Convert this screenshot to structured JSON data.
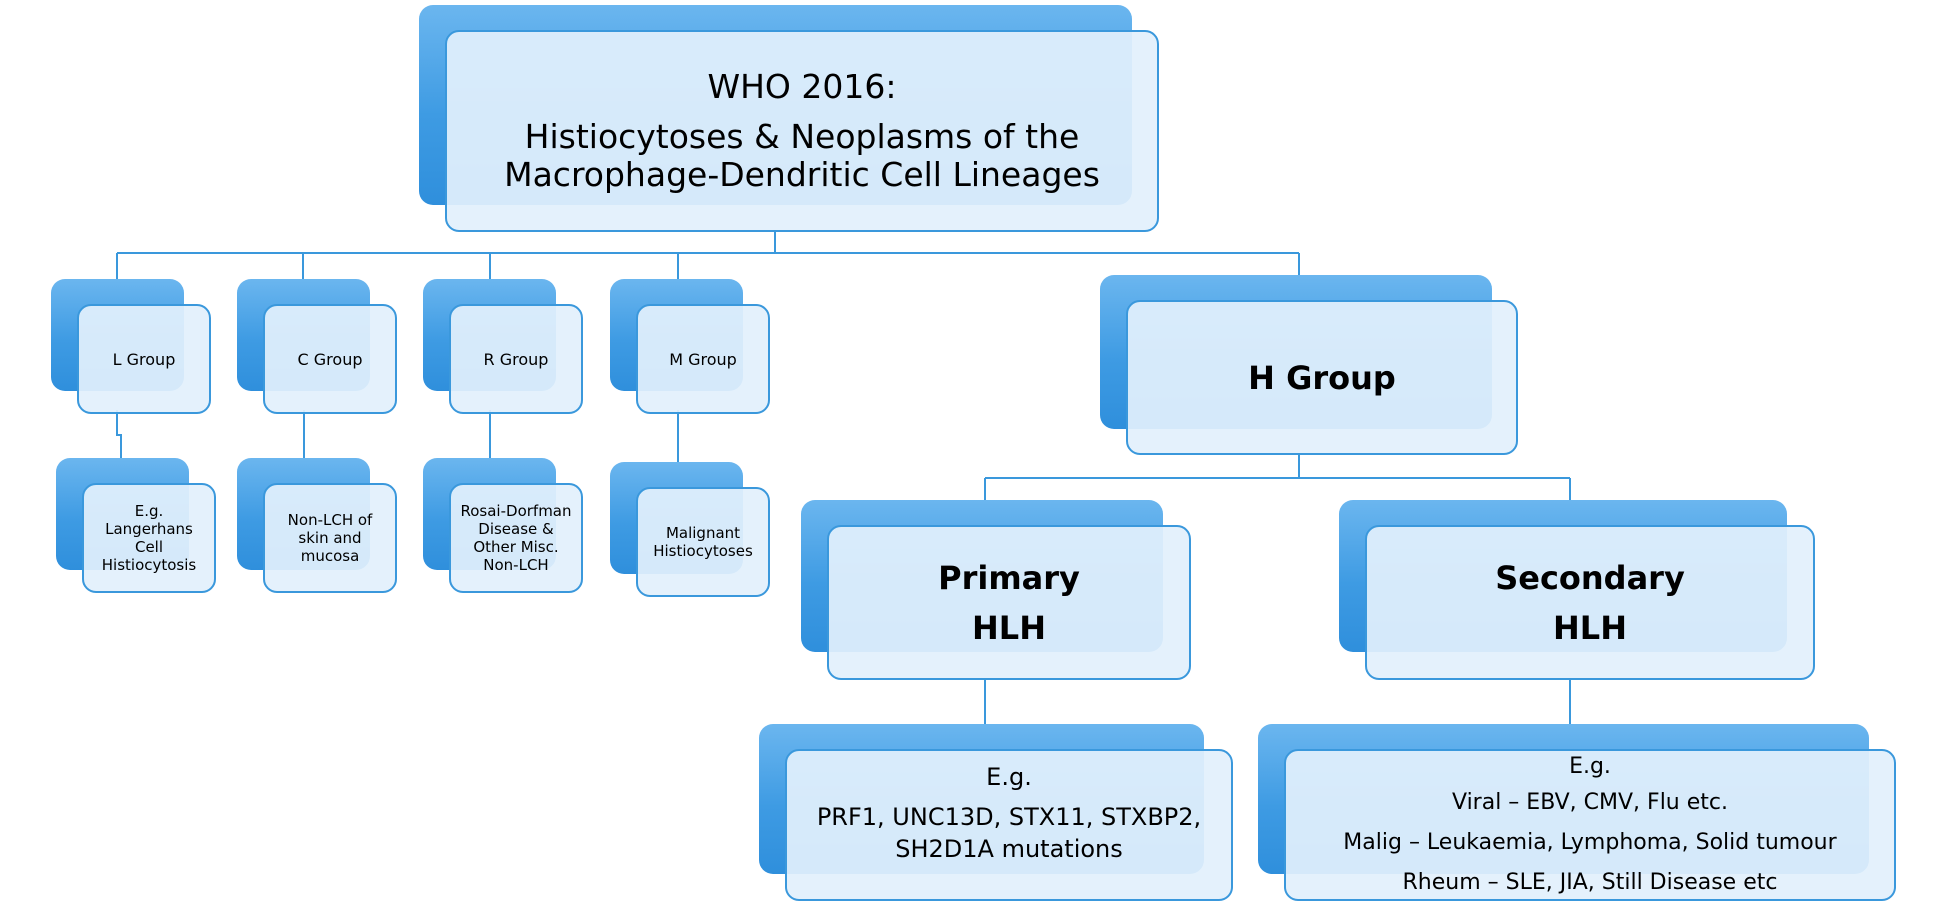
{
  "root": {
    "title": "WHO 2016:",
    "subtitle_lines": [
      "Histiocytoses & Neoplasms of the",
      "Macrophage-Dendritic Cell Lineages"
    ]
  },
  "groups": {
    "l_group": {
      "label": "L Group",
      "example_lines": [
        "E.g.",
        "Langerhans",
        "Cell",
        "Histiocytosis"
      ]
    },
    "c_group": {
      "label": "C Group",
      "example_lines": [
        "Non-LCH of",
        "skin and",
        "mucosa"
      ]
    },
    "r_group": {
      "label": "R Group",
      "example_lines": [
        "Rosai-Dorfman",
        "Disease &",
        "Other Misc.",
        "Non-LCH"
      ]
    },
    "m_group": {
      "label": "M Group",
      "example_lines": [
        "Malignant",
        "Histiocytoses"
      ]
    },
    "h_group": {
      "label": "H Group"
    }
  },
  "primary_hlh": {
    "label_lines": [
      "Primary",
      "HLH"
    ],
    "example_lines": [
      "E.g.",
      "PRF1, UNC13D, STX11, STXBP2,",
      "SH2D1A mutations"
    ]
  },
  "secondary_hlh": {
    "label_lines": [
      "Secondary",
      "HLH"
    ],
    "example_lines": [
      "E.g.",
      "Viral – EBV, CMV, Flu etc.",
      "Malig – Leukaemia, Lymphoma, Solid tumour",
      "Rheum – SLE, JIA, Still Disease etc"
    ]
  },
  "colors": {
    "connector": "#3a98dc",
    "box_border": "#3a98dc",
    "box_fill": "#e2f0fc",
    "shadow_gradient_top": "#6bb6ef",
    "shadow_gradient_bottom": "#2f8fdc"
  }
}
